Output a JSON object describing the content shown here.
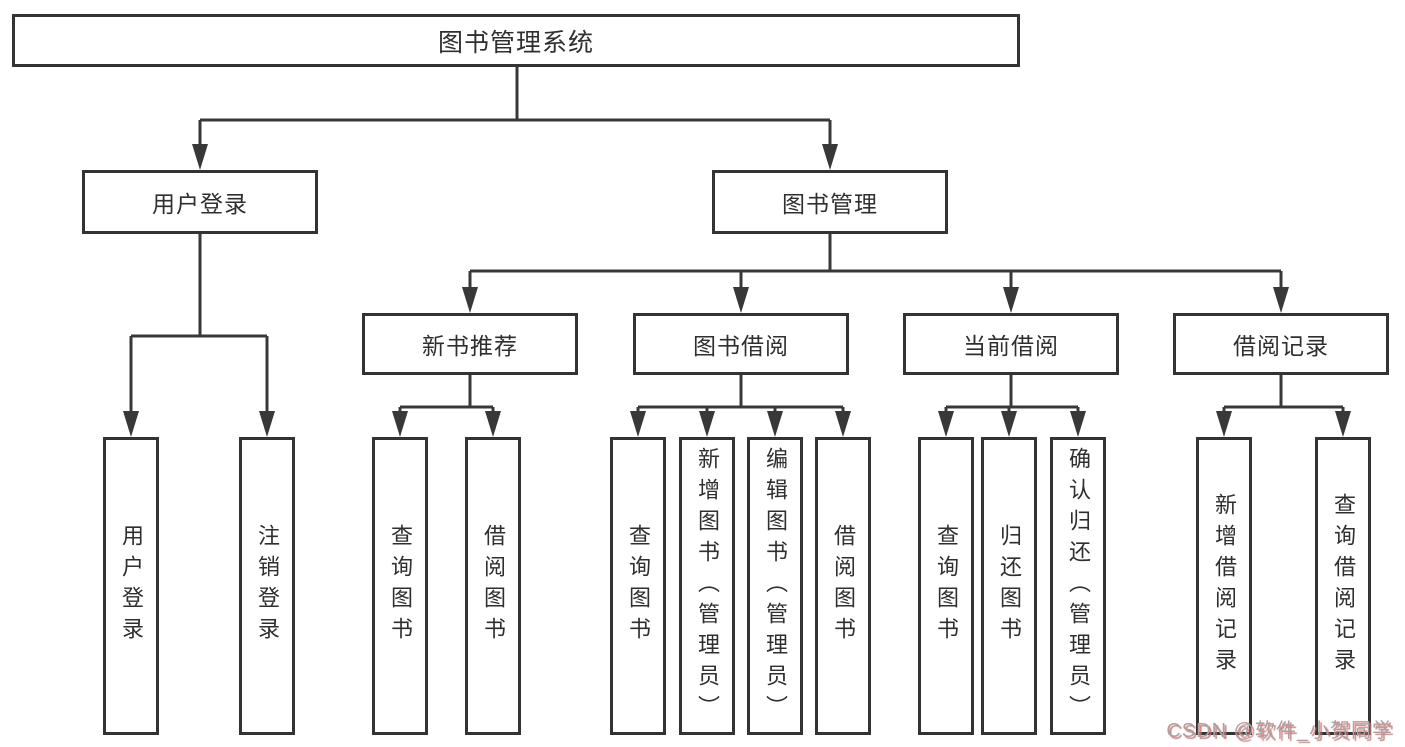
{
  "diagram": {
    "kind": "function-structure-tree",
    "colors": {
      "line": "#383838",
      "box_border": "#333333",
      "box_fill": "#ffffff",
      "text": "#2f2f2f",
      "watermark_gray": "#a4a4a4",
      "watermark_red": "#d66a6a"
    },
    "tree": {
      "root": {
        "label": "图书管理系统",
        "children": [
          {
            "label": "用户登录",
            "children": [
              {
                "label": "用户登录"
              },
              {
                "label": "注销登录"
              }
            ]
          },
          {
            "label": "图书管理",
            "children": [
              {
                "label": "新书推荐",
                "children": [
                  {
                    "label": "查询图书"
                  },
                  {
                    "label": "借阅图书"
                  }
                ]
              },
              {
                "label": "图书借阅",
                "children": [
                  {
                    "label": "查询图书"
                  },
                  {
                    "label": "新增图书（管理员）"
                  },
                  {
                    "label": "编辑图书（管理员）"
                  },
                  {
                    "label": "借阅图书"
                  }
                ]
              },
              {
                "label": "当前借阅",
                "children": [
                  {
                    "label": "查询图书"
                  },
                  {
                    "label": "归还图书"
                  },
                  {
                    "label": "确认归还（管理员）"
                  }
                ]
              },
              {
                "label": "借阅记录",
                "children": [
                  {
                    "label": "新增借阅记录"
                  },
                  {
                    "label": "查询借阅记录"
                  }
                ]
              }
            ]
          }
        ]
      }
    },
    "watermark": {
      "text": "CSDN @软件_小贺同学"
    }
  }
}
